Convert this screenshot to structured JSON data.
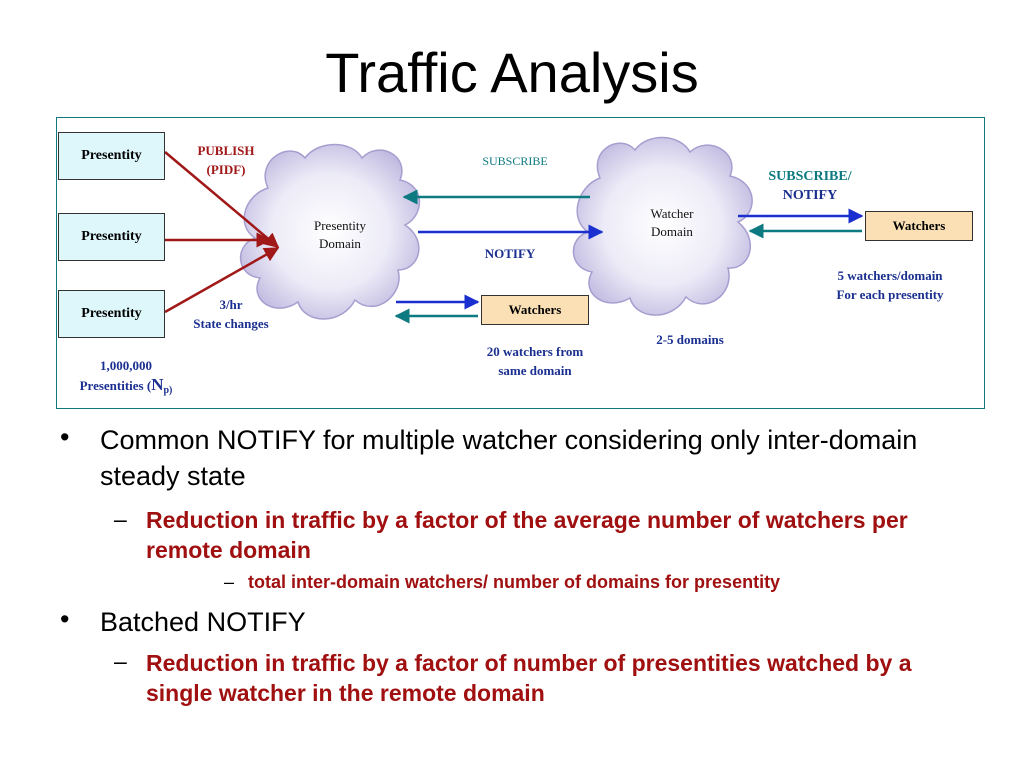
{
  "title": "Traffic Analysis",
  "diagram": {
    "presentities": [
      "Presentity",
      "Presentity",
      "Presentity"
    ],
    "publish_label_1": "PUBLISH",
    "publish_label_2": "(PIDF)",
    "rate_label_1": "3/hr",
    "rate_label_2": "State changes",
    "count_label_1": "1,000,000",
    "count_label_2": "Presentities (",
    "count_label_n": "N",
    "count_label_p": "p)",
    "presentity_domain_1": "Presentity",
    "presentity_domain_2": "Domain",
    "watcher_domain_1": "Watcher",
    "watcher_domain_2": "Domain",
    "subscribe_label": "SUBSCRIBE",
    "notify_label": "NOTIFY",
    "subscribe_notify_1": "SUBSCRIBE/",
    "subscribe_notify_2": "NOTIFY",
    "local_watchers": "Watchers",
    "local_watchers_note_1": "20 watchers from",
    "local_watchers_note_2": "same domain",
    "remote_watchers": "Watchers",
    "remote_watchers_note_1": "5 watchers/domain",
    "remote_watchers_note_2": "For each presentity",
    "domains_note": "2-5 domains",
    "colors": {
      "red": "#a01818",
      "blue": "#1a2f8f",
      "teal": "#0c7a80",
      "cloud": "#d9d3ee"
    }
  },
  "bullets": {
    "b1": "Common NOTIFY for multiple watcher considering only inter-domain steady state",
    "b1_sub": "Reduction in traffic by a factor of the average number of watchers per remote domain",
    "b1_sub_sub": "total inter-domain watchers/ number of domains for presentity",
    "b2": "Batched NOTIFY",
    "b2_sub": "Reduction in traffic by a factor of number of presentities watched by a single watcher in the remote domain"
  }
}
